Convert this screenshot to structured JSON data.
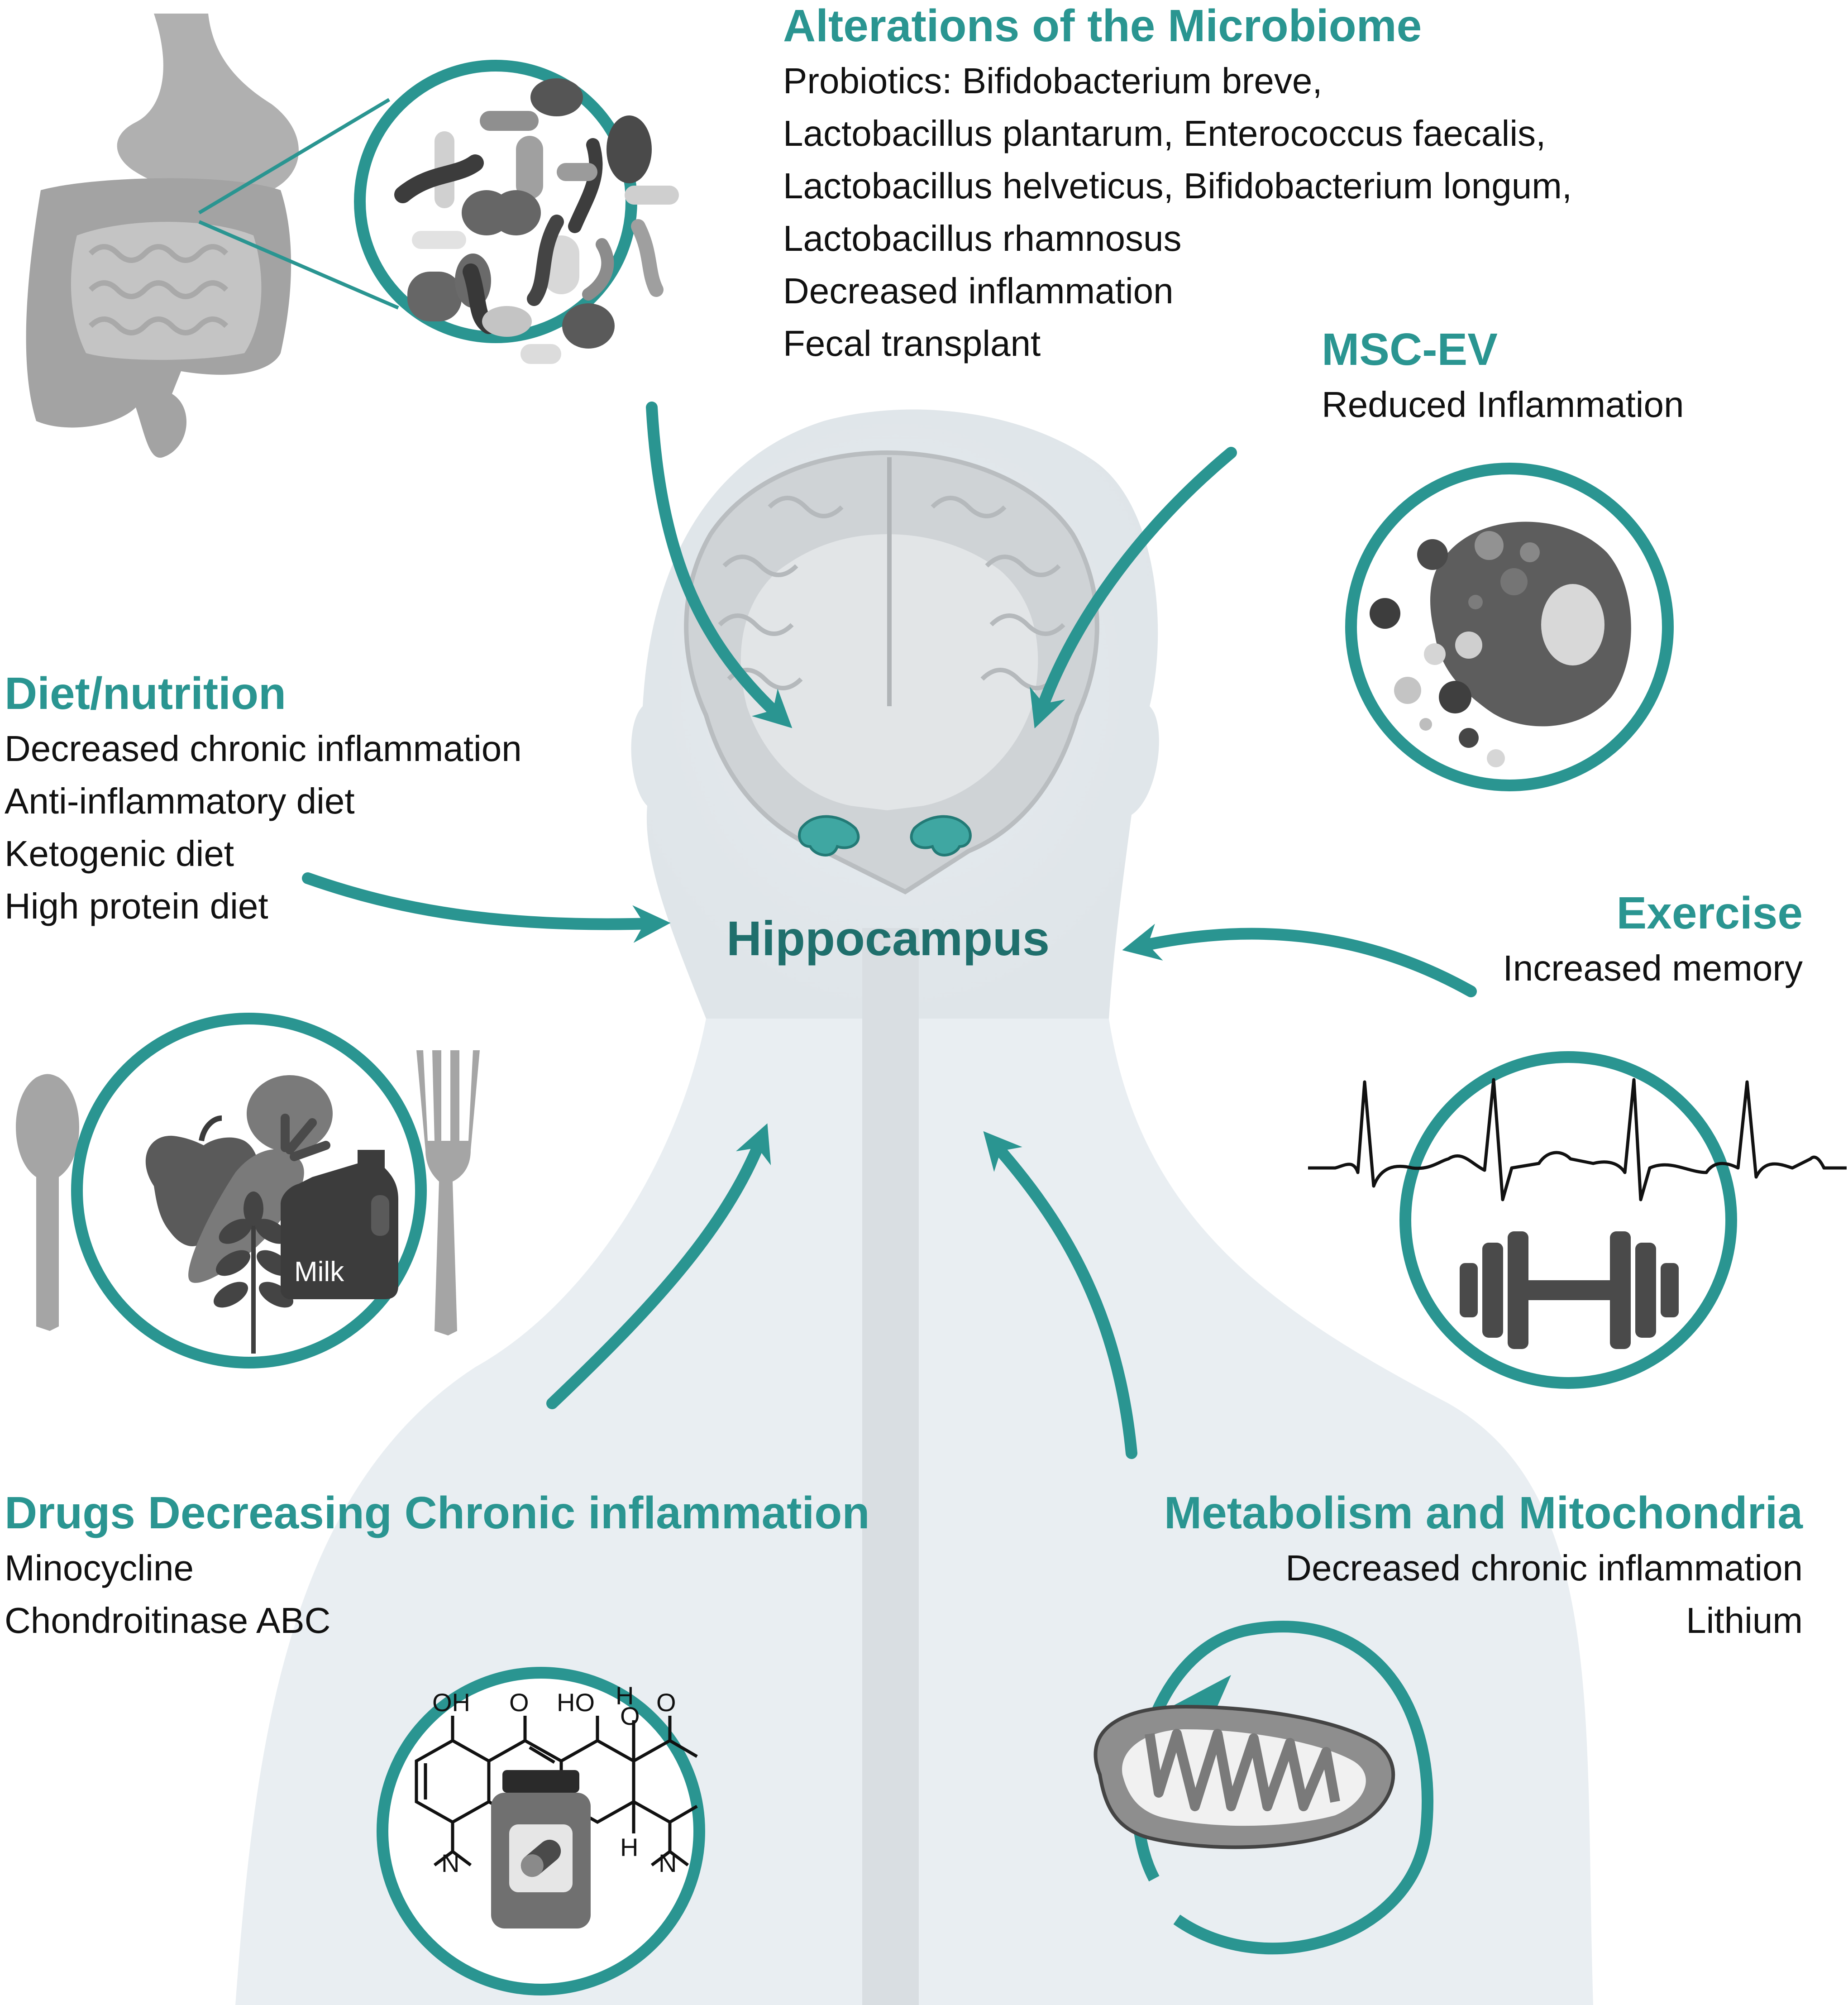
{
  "colors": {
    "accent": "#2a9591",
    "accent_dark": "#1f6f6c",
    "silhouette": "#e9eef2",
    "silhouette_mid": "#dfe4e8",
    "icon_dark": "#505050",
    "icon_mid": "#8a8a8a",
    "icon_light": "#c8c8c8"
  },
  "center": {
    "label": "Hippocampus"
  },
  "sections": {
    "microbiome": {
      "title": "Alterations of the Microbiome",
      "lines": [
        "Probiotics: Bifidobacterium breve,",
        "Lactobacillus plantarum, Enterococcus faecalis,",
        "Lactobacillus helveticus, Bifidobacterium longum,",
        "Lactobacillus rhamnosus",
        "Decreased inflammation",
        "Fecal transplant"
      ]
    },
    "msc_ev": {
      "title": "MSC-EV",
      "lines": [
        "Reduced Inflammation"
      ]
    },
    "diet": {
      "title": "Diet/nutrition",
      "lines": [
        "Decreased chronic inflammation",
        "Anti-inflammatory diet",
        "Ketogenic diet",
        "High protein diet"
      ]
    },
    "exercise": {
      "title": "Exercise",
      "lines": [
        "Increased memory"
      ]
    },
    "drugs": {
      "title": "Drugs Decreasing Chronic inflammation",
      "lines": [
        "Minocycline",
        "Chondroitinase ABC"
      ]
    },
    "metabolism": {
      "title": "Metabolism and Mitochondria",
      "lines": [
        "Decreased chronic inflammation",
        "Lithium"
      ]
    }
  },
  "icons": {
    "gut": "intestine-icon",
    "bacteria": "bacteria-icon",
    "vesicle": "extracellular-vesicle-icon",
    "food": "food-icon",
    "heartbeat": "heartbeat-icon",
    "dumbbell": "dumbbell-icon",
    "molecule": "minocycline-structure-icon",
    "pill_bottle": "pill-bottle-icon",
    "mitochondrion": "mitochondrion-icon",
    "brain": "brain-icon"
  },
  "icon_text": {
    "milk": "Milk",
    "atoms": [
      "OH",
      "O",
      "HO",
      "H",
      "O",
      "O",
      "N",
      "H",
      "N"
    ]
  }
}
